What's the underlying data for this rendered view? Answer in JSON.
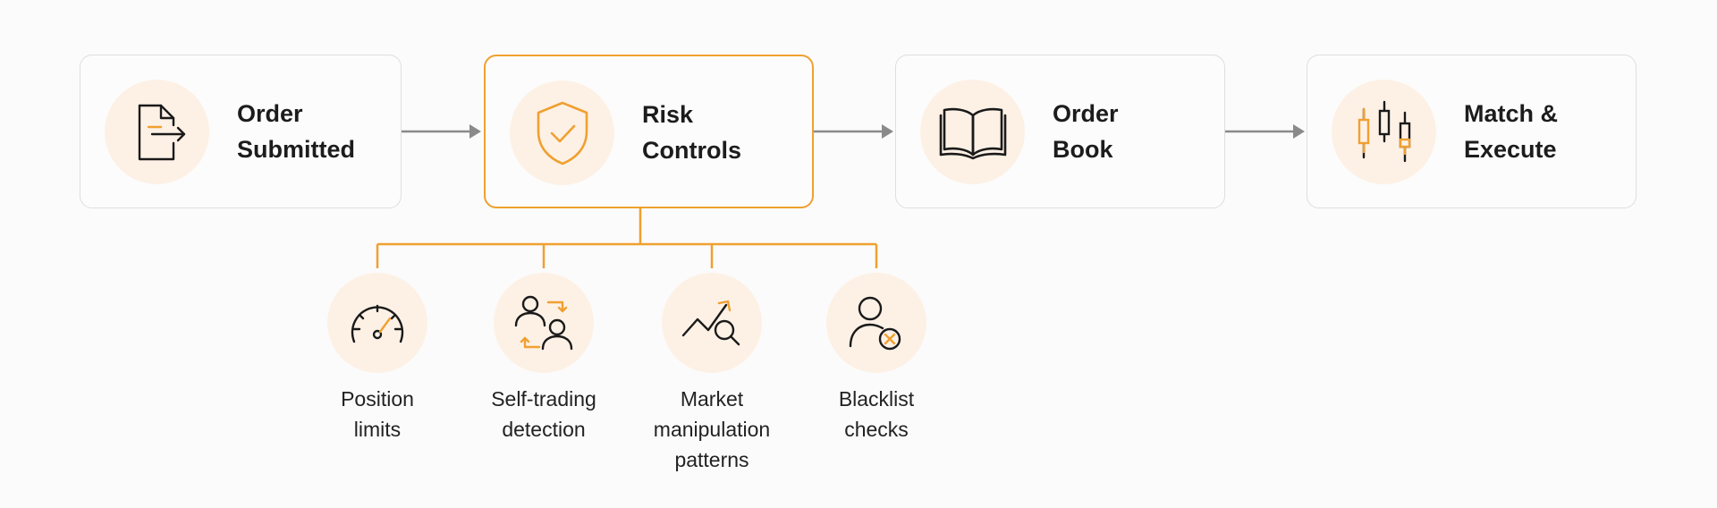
{
  "colors": {
    "accent": "#f0a030",
    "icon_bg": "#fdf1e6",
    "border": "#dedede",
    "arrow": "#8a8a8a"
  },
  "steps": [
    {
      "line1": "Order",
      "line2": "Submitted",
      "icon": "document-export-icon"
    },
    {
      "line1": "Risk",
      "line2": "Controls",
      "icon": "shield-check-icon"
    },
    {
      "line1": "Order",
      "line2": "Book",
      "icon": "open-book-icon"
    },
    {
      "line1": "Match &",
      "line2": "Execute",
      "icon": "candlestick-icon"
    }
  ],
  "risk_checks": [
    {
      "lines": [
        "Position",
        "limits"
      ],
      "icon": "gauge-icon"
    },
    {
      "lines": [
        "Self-trading",
        "detection"
      ],
      "icon": "users-swap-icon"
    },
    {
      "lines": [
        "Market",
        "manipulation",
        "patterns"
      ],
      "icon": "trend-search-icon"
    },
    {
      "lines": [
        "Blacklist",
        "checks"
      ],
      "icon": "user-blocked-icon"
    }
  ]
}
